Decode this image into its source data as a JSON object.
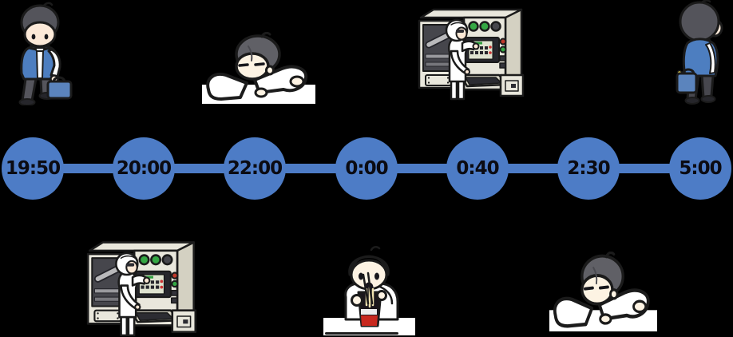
{
  "colors": {
    "bg": "#000000",
    "node_blue": "#4D7CC6",
    "time_text": "#0B0B12",
    "jacket_blue": "#4D7EC0",
    "bag_blue": "#5B84BD",
    "machine_body": "#E9E7DC",
    "light_green": "#35A844",
    "button_red": "#C0392B",
    "noodle_cup_red": "#C8281E"
  },
  "timeline": {
    "events": [
      {
        "time": "19:50",
        "scene": "worker-arriving",
        "scene_position": "top"
      },
      {
        "time": "20:00",
        "scene": "machine-operation",
        "scene_position": "bottom"
      },
      {
        "time": "22:00",
        "scene": "desk-nap",
        "scene_position": "top"
      },
      {
        "time": "0:00",
        "scene": "cup-noodle-meal",
        "scene_position": "bottom"
      },
      {
        "time": "0:40",
        "scene": "machine-operation",
        "scene_position": "top"
      },
      {
        "time": "2:30",
        "scene": "desk-nap",
        "scene_position": "bottom"
      },
      {
        "time": "5:00",
        "scene": "worker-leaving",
        "scene_position": "top"
      }
    ]
  },
  "illustrations": [
    "worker-arriving-with-bag",
    "machine-operation-bottom",
    "desk-nap-top",
    "eating-cup-noodles",
    "machine-operation-top",
    "desk-nap-bottom",
    "worker-leaving-back-view"
  ]
}
